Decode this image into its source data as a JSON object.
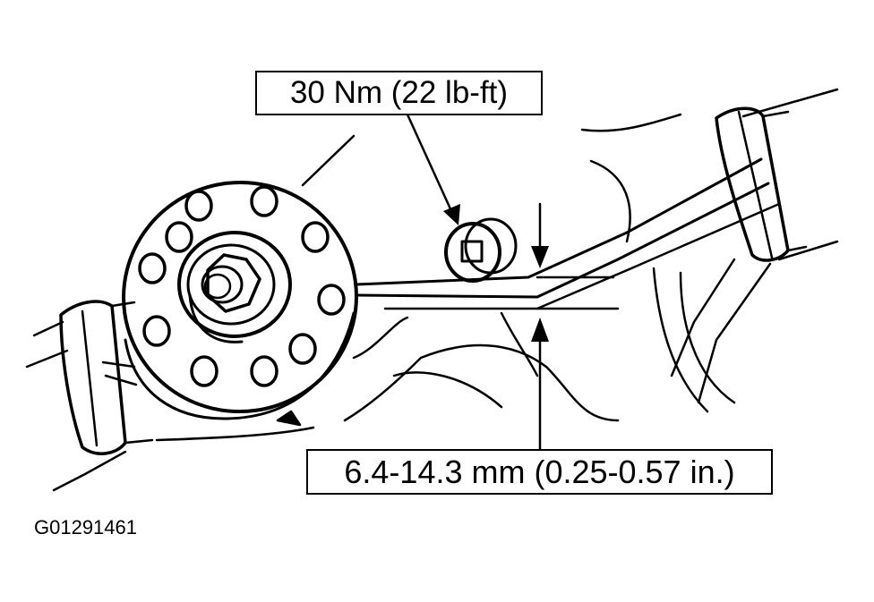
{
  "labels": {
    "torque": "30 Nm (22 lb-ft)",
    "gap": "6.4-14.3 mm (0.25-0.57 in.)",
    "figure_id": "G01291461"
  },
  "colors": {
    "ink": "#000000",
    "paper": "#ffffff"
  },
  "icons": [
    "square-drive-plug-icon",
    "hex-nut-icon"
  ]
}
